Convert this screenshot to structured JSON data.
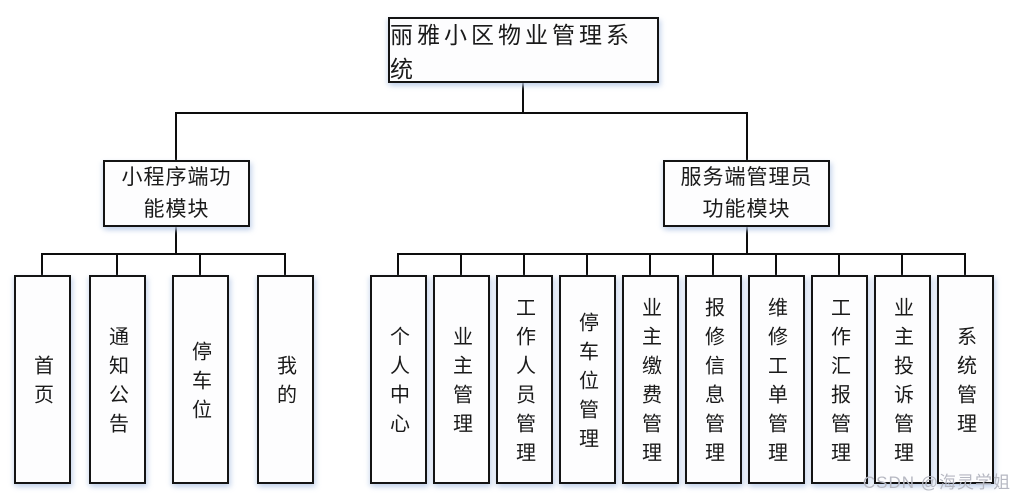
{
  "diagram": {
    "root": {
      "label": "丽雅小区物业管理系统"
    },
    "branches": [
      {
        "label": "小程序端功\n能模块",
        "children": [
          "首页",
          "通知公告",
          "停车位",
          "我的"
        ]
      },
      {
        "label": "服务端管理员\n功能模块",
        "children": [
          "个人中心",
          "业主管理",
          "工作人员管理",
          "停车位管理",
          "业主缴费管理",
          "报修信息管理",
          "维修工单管理",
          "工作汇报管理",
          "业主投诉管理",
          "系统管理"
        ]
      }
    ]
  },
  "watermark": "CSDN @海灵学姐"
}
